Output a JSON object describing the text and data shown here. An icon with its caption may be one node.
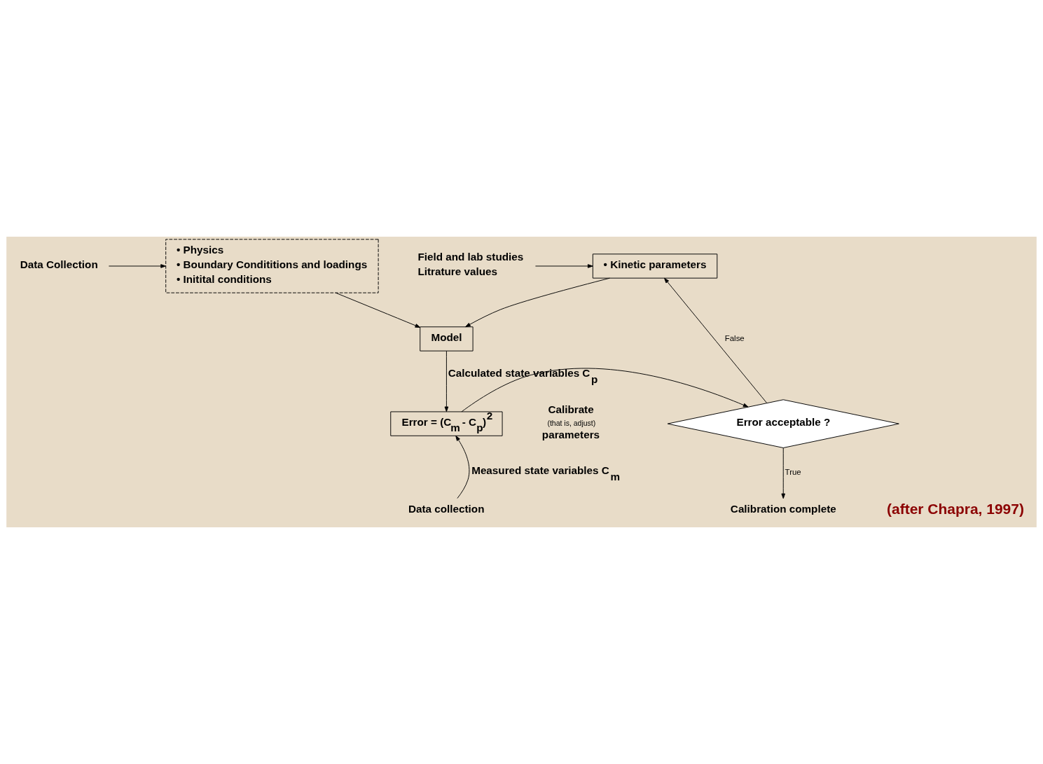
{
  "diagram": {
    "nodes": [
      {
        "text": [
          "Data Collection"
        ]
      },
      {
        "text": [
          "• Physics",
          "• Boundary Condititions and loadings",
          "• Initital conditions"
        ]
      },
      {
        "text": [
          "Model"
        ]
      },
      {
        "text": [
          "• Kinetic parameters"
        ]
      },
      {
        "text": [
          "Field and lab studies",
          "Litrature values"
        ]
      },
      {
        "text": [
          "Error acceptable ?"
        ]
      },
      {
        "text": [
          "Error = (C$_{m}$ - C$_{p}$)$^{2}$"
        ]
      },
      {
        "text": [
          "Calibration complete"
        ]
      },
      {
        "text": [
          "Data collection"
        ]
      }
    ],
    "edges": [
      {
        "from": 0,
        "to": 1,
        "arrow": "to"
      },
      {
        "from": 1,
        "to": 2,
        "arrow": "to"
      },
      {
        "from": 3,
        "to": 2,
        "arrow": "to"
      },
      {
        "from": 4,
        "to": 3,
        "arrow": "to"
      },
      {
        "from": 2,
        "to": 6,
        "arrow": "to",
        "label": "Calculated state variables C$_{p}$"
      },
      {
        "from": 6,
        "to": 5,
        "arrow": "to"
      },
      {
        "from": 5,
        "to": 3,
        "arrow": "to",
        "label": "False"
      },
      {
        "from": 5,
        "to": 7,
        "arrow": "to",
        "label": "True"
      },
      {
        "from": 8,
        "to": 6,
        "arrow": "to",
        "label": "Measured state variables C$_{m}$"
      }
    ],
    "labels": [
      "Calibrate",
      "(that is, adjust)",
      "parameters",
      "(after Chapra, 1997)"
    ]
  }
}
